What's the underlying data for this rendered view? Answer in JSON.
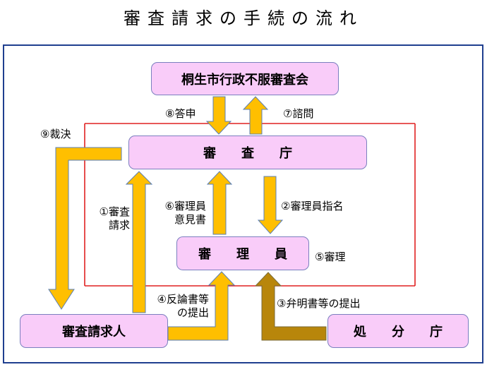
{
  "title": "審査請求の手続の流れ",
  "boxes": {
    "council": "桐生市行政不服審査会",
    "agency": "審　　査　　庁",
    "examiner": "審　　理　　員",
    "requester": "審査請求人",
    "disposer": "処　　分　　庁"
  },
  "labels": {
    "s8": "⑧答申",
    "s7": "⑦諮問",
    "s9": "⑨裁決",
    "s1_line1": "①審査",
    "s1_line2": "請求",
    "s6_line1": "⑥審理員",
    "s6_line2": "意見書",
    "s2": "②審理員指名",
    "s5": "⑤審理",
    "s4_line1": "④反論書等",
    "s4_line2": "の提出",
    "s3": "③弁明書等の提出"
  },
  "colors": {
    "box_fill": "#f9ccf9",
    "box_border": "#7b7fbf",
    "arrow_fill": "#ffbf00",
    "arrow_stroke": "#5a7fb8",
    "dark_arrow_fill": "#b8860b",
    "red_line": "#e02020",
    "frame_border": "#1f3f8f"
  }
}
